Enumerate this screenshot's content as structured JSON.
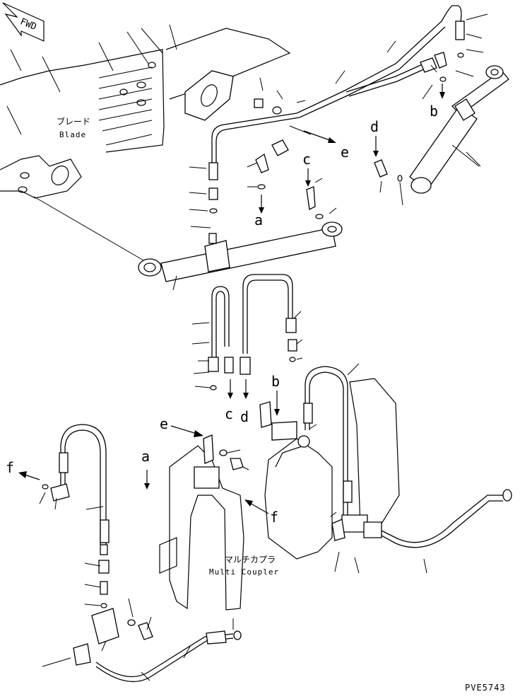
{
  "labels": {
    "fwd": "FWD",
    "blade_jp": "ブレード",
    "blade_en": "Blade",
    "coupler_jp": "マルチカプラ",
    "coupler_en": "Multi Coupler",
    "code": "PVE5743",
    "a": "a",
    "b": "b",
    "c": "c",
    "d": "d",
    "e": "e",
    "f": "f"
  }
}
